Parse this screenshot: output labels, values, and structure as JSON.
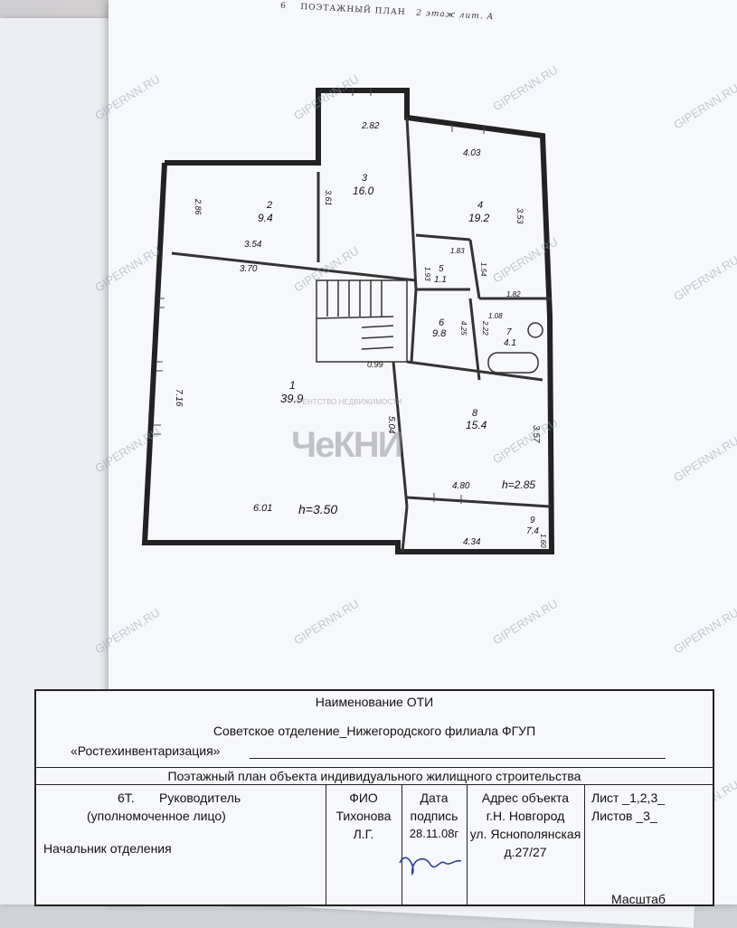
{
  "header": {
    "page_number": "6",
    "title": "ПОЭТАЖНЫЙ ПЛАН",
    "handwritten_note": "2 этаж лит. А"
  },
  "watermark": "GIPERNN.RU",
  "logo": {
    "main": "ЧеКНИ",
    "sub": "АГЕНТСТВО НЕДВИЖИМОСТИ"
  },
  "plan": {
    "rooms": [
      {
        "number": "1",
        "area": "39.9"
      },
      {
        "number": "2",
        "area": "9.4"
      },
      {
        "number": "3",
        "area": "16.0"
      },
      {
        "number": "4",
        "area": "19.2"
      },
      {
        "number": "5",
        "area": "1.1"
      },
      {
        "number": "6",
        "area": "9.8"
      },
      {
        "number": "7",
        "area": "4.1"
      },
      {
        "number": "8",
        "area": "15.4"
      },
      {
        "number": "9",
        "area": "7.4"
      }
    ],
    "dimensions": {
      "d_282": "2.82",
      "d_403": "4.03",
      "d_361": "3.61",
      "d_286": "2.86",
      "d_354": "3.54",
      "d_370": "3.70",
      "d_353": "3.53",
      "d_183": "1.83",
      "d_154": "1.54",
      "d_182": "1.82",
      "d_108": "1.08",
      "d_193": "1.93",
      "d_245": "4.25",
      "d_222": "2.22",
      "d_099": "0.99",
      "d_716": "7.16",
      "d_504": "5.04",
      "d_357": "3.57",
      "d_480": "4.80",
      "d_601": "6.01",
      "d_434": "4.34",
      "d_160": "1.60"
    },
    "h_first": "h=3.50",
    "h_second": "h=2.85"
  },
  "stamp": {
    "title": "Наименование ОТИ",
    "org_line1": "Советское отделение_Нижегородского филиала ФГУП",
    "org_line2": "«Ростехинвентаризация»",
    "doc_name": "Поэтажный план объекта индивидуального жилищного строительства",
    "col_head_role": "Руководитель",
    "col_head_role_sub": "(уполномоченное лицо)",
    "col_role_value": "Начальник  отделения",
    "col_head_fio": "ФИО",
    "col_fio_value": "Тихонова",
    "col_fio_value2": "Л.Г.",
    "col_head_date": "Дата",
    "col_head_date2": "подпись",
    "col_date_value": "28.11.08г",
    "col_head_address": "Адрес объекта",
    "col_address_1": "г.Н. Новгород",
    "col_address_2": "ул. Яснополянская",
    "col_address_3": "д.27/27",
    "col_sheet": "Лист _1,2,3_",
    "col_sheets": "Листов _3_",
    "col_scale": "Масштаб",
    "prefix": "6Т."
  }
}
